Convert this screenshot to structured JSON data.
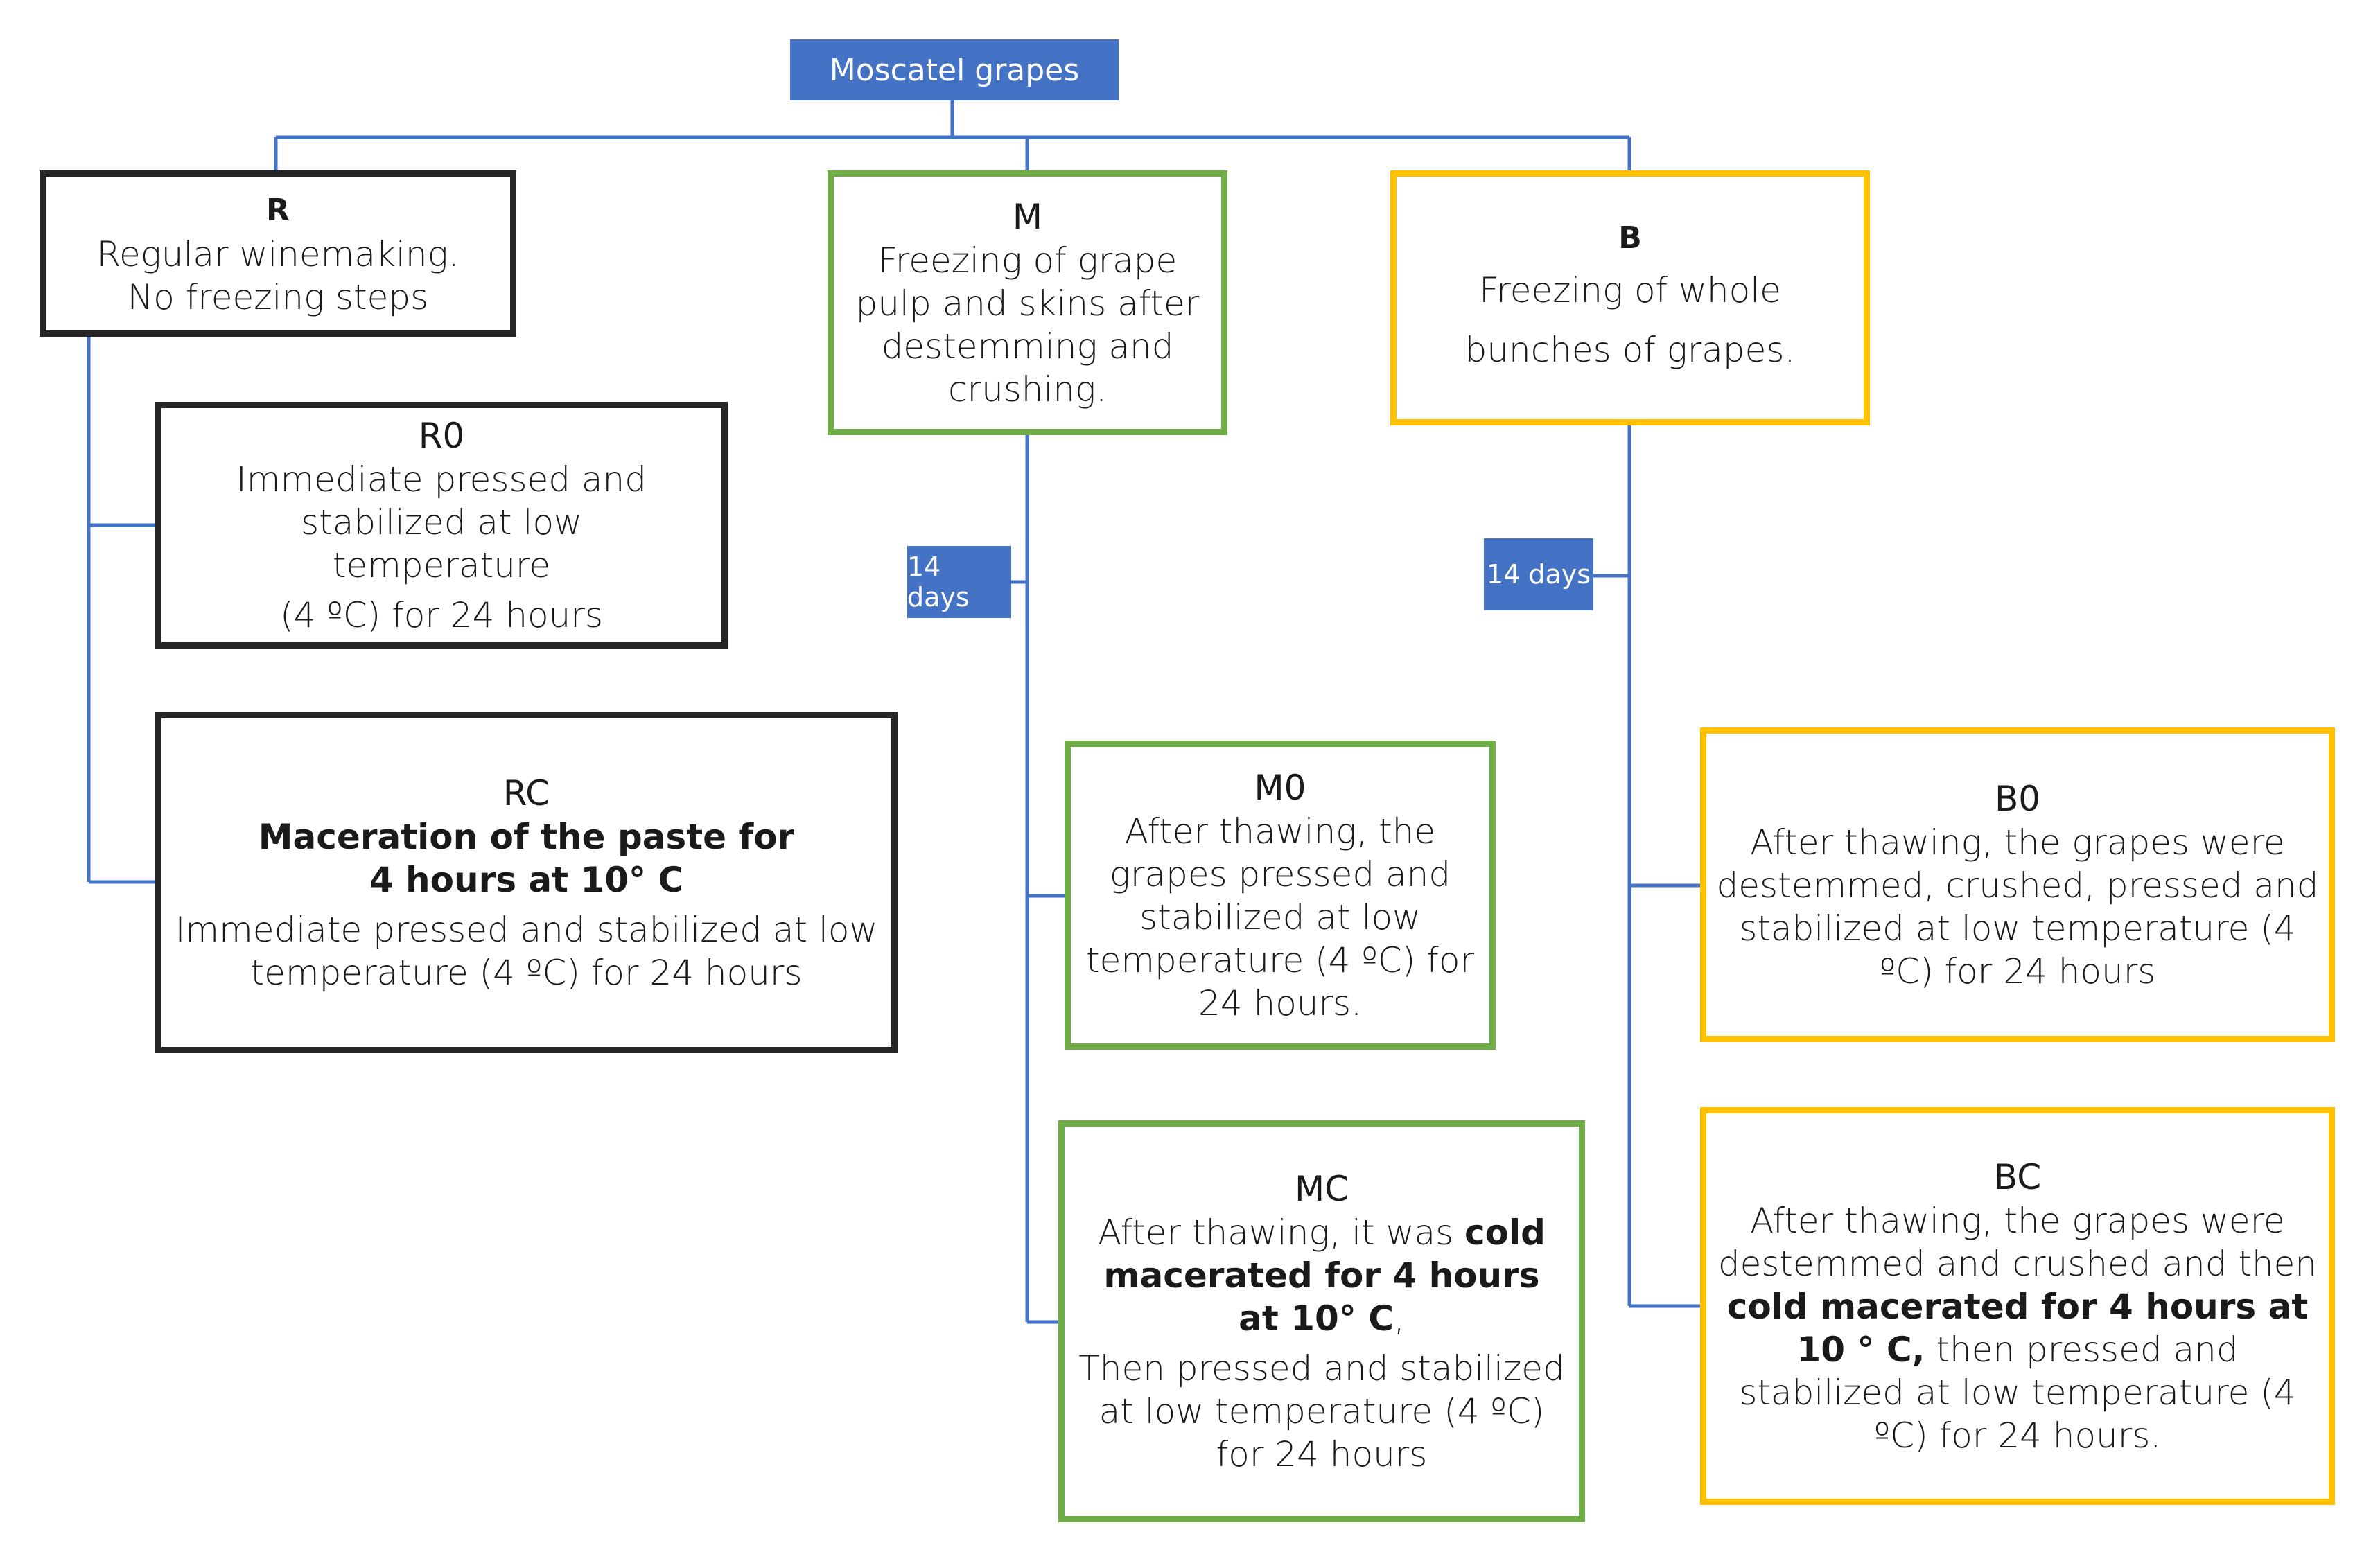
{
  "root": {
    "label": "Moscatel grapes"
  },
  "branches": {
    "r": {
      "code": "R",
      "desc": "Regular winemaking. No freezing steps"
    },
    "m": {
      "code": "M",
      "desc": "Freezing of grape pulp and skins after destemming and crushing."
    },
    "b": {
      "code": "B",
      "desc": "Freezing of whole bunches of grapes."
    }
  },
  "duration": {
    "m": "14 days",
    "b": "14 days"
  },
  "treatments": {
    "r0": {
      "code": "R0",
      "line1": "Immediate pressed and stabilized at low temperature",
      "line2": "(4 ºC) for 24 hours"
    },
    "rc": {
      "code": "RC",
      "bold": "Maceration of the paste for 4 hours at 10° C",
      "text": "Immediate pressed and stabilized at low temperature (4 ºC) for 24 hours"
    },
    "m0": {
      "code": "M0",
      "text": "After thawing, the grapes pressed and stabilized at low temperature (4 ºC) for 24 hours."
    },
    "mc": {
      "code": "MC",
      "pre": "After thawing, it was ",
      "bold": "cold macerated for 4 hours at 10° C",
      "post": ",",
      "text": "Then pressed and stabilized at low temperature (4 ºC) for 24 hours"
    },
    "b0": {
      "code": "B0",
      "text": "After thawing, the grapes were destemmed, crushed, pressed and stabilized at low temperature (4 ºC) for 24 hours"
    },
    "bc": {
      "code": "BC",
      "pre": "After thawing, the grapes were destemmed and crushed and then ",
      "bold": "cold macerated for 4 hours at 10 ° C,",
      "post": " then pressed and stabilized at low temperature (4 ºC) for 24 hours."
    }
  },
  "colors": {
    "connector": "#4472c4",
    "r": "#262626",
    "m": "#70ad47",
    "b": "#ffc000",
    "tag": "#4472c4"
  }
}
